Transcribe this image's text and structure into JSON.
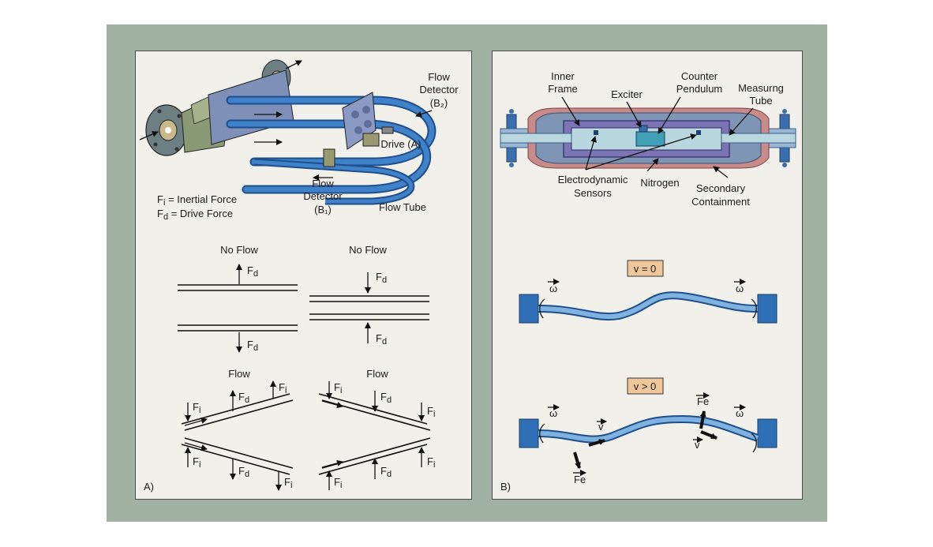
{
  "panel_a": {
    "caption": "A)",
    "labels": {
      "flow_detector_b2": [
        "Flow",
        "Detector"
      ],
      "b2": "(B₂)",
      "drive_a": "Drive (A)",
      "flow_detector_b1": [
        "Flow",
        "Detector"
      ],
      "b1": "(B₁)",
      "flow_tube": "Flow Tube"
    },
    "legend": {
      "fi": "F",
      "fi_sub": "i",
      "fi_text": " = Inertial Force",
      "fd": "F",
      "fd_sub": "d",
      "fd_text": " = Drive Force"
    },
    "no_flow_left": "No Flow",
    "no_flow_right": "No Flow",
    "flow_left": "Flow",
    "flow_right": "Flow",
    "F": "F",
    "sub_d": "d",
    "sub_i": "i"
  },
  "panel_b": {
    "caption": "B)",
    "labels": {
      "inner_frame": [
        "Inner",
        "Frame"
      ],
      "exciter": "Exciter",
      "counter_pendulum": [
        "Counter",
        "Pendulum"
      ],
      "measuring_tube": [
        "Measurng",
        "Tube"
      ],
      "electrodynamic_sensors": [
        "Electrodynamic",
        "Sensors"
      ],
      "nitrogen": "Nitrogen",
      "secondary_containment": [
        "Secondary",
        "Containment"
      ]
    },
    "badge_v0": "v = 0",
    "badge_vgt0": "v > 0",
    "omega": "ω",
    "v": "v",
    "fe": "Fe"
  },
  "colors": {
    "frame_bg": "#a2b2a2",
    "panel_bg": "#f2f0ea",
    "tube_blue": "#2f6fb5",
    "tube_light": "#6fa4d8",
    "containment_pink": "#c98a8a",
    "inner_purple": "#7d74b5",
    "inner_tube": "#b9d7df",
    "badge_bg": "#f0c79a"
  }
}
